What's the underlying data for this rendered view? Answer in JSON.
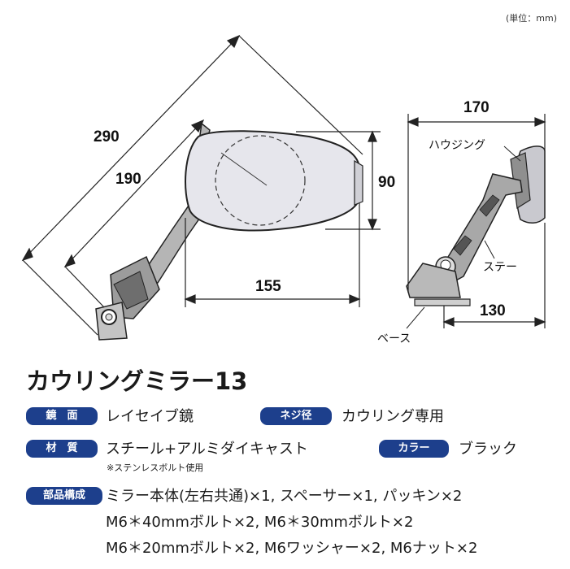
{
  "unit_note": "(単位：mm)",
  "diagram": {
    "dim_290": "290",
    "dim_190": "190",
    "dim_90": "90",
    "dim_155": "155",
    "dim_170": "170",
    "dim_130": "130",
    "label_housing": "ハウジング",
    "label_stay": "ステー",
    "label_base": "ベース"
  },
  "product": {
    "title": "カウリングミラー13"
  },
  "specs": {
    "mirror_face_label": "鏡　面",
    "mirror_face_value": "レイセイブ鏡",
    "thread_label": "ネジ径",
    "thread_value": "カウリング専用",
    "material_label": "材　質",
    "material_value": "スチール+アルミダイキャスト",
    "material_note": "※ステンレスボルト使用",
    "color_label": "カラー",
    "color_value": "ブラック",
    "parts_label": "部品構成",
    "parts_lines": [
      "ミラー本体(左右共通)×1, スペーサー×1, パッキン×2",
      "M6＊40mmボルト×2, M6＊30mmボルト×2",
      "M6＊20mmボルト×2, M6ワッシャー×2, M6ナット×2"
    ]
  },
  "colors": {
    "badge": "#1d3f8c",
    "mirror_fill": "#e6e6ec",
    "stay_fill": "#a8a8a8"
  }
}
